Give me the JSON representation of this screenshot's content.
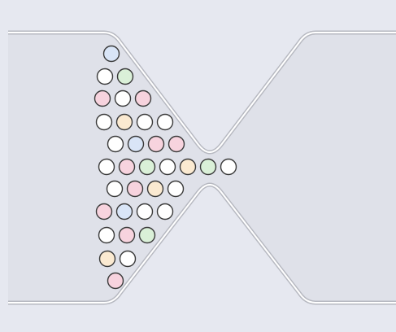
{
  "colors": {
    "background": "#e6e8f0",
    "channel_fill": "#dfe1e9",
    "wall_outer": "#b7b9c1",
    "wall_inner": "#ffffff",
    "ball_outline": "#3a3a3a",
    "ball_white": "#ffffff",
    "ball_blue": "#d9e5f7",
    "ball_green": "#daf0d8",
    "ball_pink": "#f7d3de",
    "ball_yellow": "#fbead1"
  },
  "balls": [
    {
      "row": 0,
      "col": 0,
      "color": "blue"
    },
    {
      "row": 1,
      "col": 0,
      "color": "white"
    },
    {
      "row": 1,
      "col": 1,
      "color": "green"
    },
    {
      "row": 2,
      "col": 0,
      "color": "pink"
    },
    {
      "row": 2,
      "col": 1,
      "color": "white"
    },
    {
      "row": 2,
      "col": 2,
      "color": "pink"
    },
    {
      "row": 3,
      "col": 0,
      "color": "white"
    },
    {
      "row": 3,
      "col": 1,
      "color": "yellow"
    },
    {
      "row": 3,
      "col": 2,
      "color": "white"
    },
    {
      "row": 3,
      "col": 3,
      "color": "white"
    },
    {
      "row": 4,
      "col": 0,
      "color": "white"
    },
    {
      "row": 4,
      "col": 1,
      "color": "blue"
    },
    {
      "row": 4,
      "col": 2,
      "color": "pink"
    },
    {
      "row": 4,
      "col": 3,
      "color": "pink"
    },
    {
      "row": 5,
      "col": 0,
      "color": "white"
    },
    {
      "row": 5,
      "col": 1,
      "color": "pink"
    },
    {
      "row": 5,
      "col": 2,
      "color": "green"
    },
    {
      "row": 5,
      "col": 3,
      "color": "white"
    },
    {
      "row": 5,
      "col": 4,
      "color": "yellow"
    },
    {
      "row": 5,
      "col": 5,
      "color": "green"
    },
    {
      "row": 5,
      "col": 6,
      "color": "white"
    },
    {
      "row": 6,
      "col": 0,
      "color": "white"
    },
    {
      "row": 6,
      "col": 1,
      "color": "pink"
    },
    {
      "row": 6,
      "col": 2,
      "color": "yellow"
    },
    {
      "row": 6,
      "col": 3,
      "color": "white"
    },
    {
      "row": 7,
      "col": 0,
      "color": "pink"
    },
    {
      "row": 7,
      "col": 1,
      "color": "blue"
    },
    {
      "row": 7,
      "col": 2,
      "color": "white"
    },
    {
      "row": 7,
      "col": 3,
      "color": "white"
    },
    {
      "row": 8,
      "col": 0,
      "color": "white"
    },
    {
      "row": 8,
      "col": 1,
      "color": "pink"
    },
    {
      "row": 8,
      "col": 2,
      "color": "green"
    },
    {
      "row": 9,
      "col": 0,
      "color": "yellow"
    },
    {
      "row": 9,
      "col": 1,
      "color": "white"
    },
    {
      "row": 10,
      "col": 0,
      "color": "pink"
    }
  ]
}
